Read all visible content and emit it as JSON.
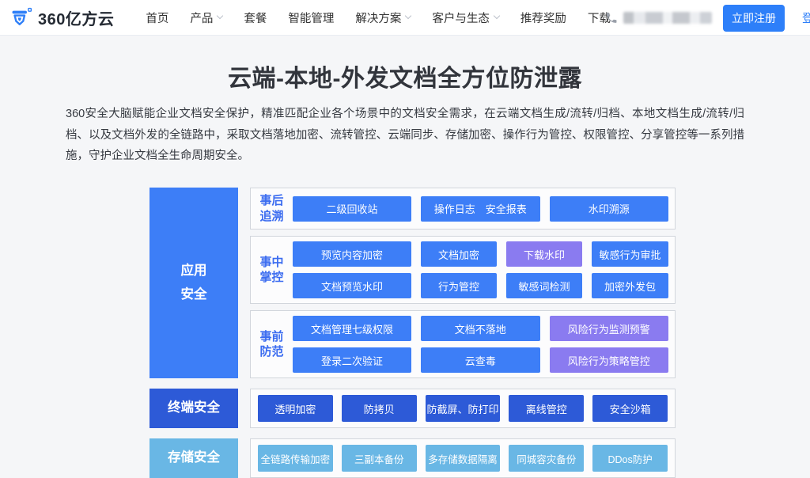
{
  "navbar": {
    "logo_text": "360亿方云",
    "items": [
      {
        "label": "首页",
        "has_dropdown": false
      },
      {
        "label": "产品",
        "has_dropdown": true
      },
      {
        "label": "套餐",
        "has_dropdown": false
      },
      {
        "label": "智能管理",
        "has_dropdown": false
      },
      {
        "label": "解决方案",
        "has_dropdown": true
      },
      {
        "label": "客户与生态",
        "has_dropdown": true
      },
      {
        "label": "推荐奖励",
        "has_dropdown": false
      },
      {
        "label": "下载",
        "has_dropdown": false
      }
    ],
    "register_button": "立即注册",
    "login_link": "登录"
  },
  "hero": {
    "title": "云端-本地-外发文档全方位防泄露",
    "description": "360安全大脑赋能企业文档安全保护，精准匹配企业各个场景中的文档安全需求，在云端文档生成/流转/归档、本地文档生成/流转/归档、以及文档外发的全链路中，采取文档落地加密、流转管控、云端同步、存储加密、操作行为管控、权限管控、分享管控等一系列措施，守护企业文档全生命周期安全。"
  },
  "diagram": {
    "categories": {
      "app": "应用\n安全",
      "terminal": "终端安全",
      "storage": "存储安全"
    },
    "app_sections": [
      {
        "label": "事后\n追溯",
        "rows": [
          [
            {
              "label": "二级回收站",
              "variant": "blue"
            },
            {
              "label": "操作日志　安全报表",
              "variant": "blue"
            },
            {
              "label": "水印溯源",
              "variant": "blue"
            }
          ]
        ]
      },
      {
        "label": "事中\n掌控",
        "rows": [
          [
            {
              "label": "预览内容加密",
              "variant": "blue"
            },
            {
              "label": "文档加密",
              "variant": "blue"
            },
            {
              "label": "下载水印",
              "variant": "purple"
            },
            {
              "label": "敏感行为审批",
              "variant": "blue"
            }
          ],
          [
            {
              "label": "文档预览水印",
              "variant": "blue"
            },
            {
              "label": "行为管控",
              "variant": "blue"
            },
            {
              "label": "敏感词检测",
              "variant": "blue"
            },
            {
              "label": "加密外发包",
              "variant": "blue"
            }
          ]
        ]
      },
      {
        "label": "事前\n防范",
        "rows": [
          [
            {
              "label": "文档管理七级权限",
              "variant": "blue"
            },
            {
              "label": "文档不落地",
              "variant": "blue"
            },
            {
              "label": "风险行为监测预警",
              "variant": "purple"
            }
          ],
          [
            {
              "label": "登录二次验证",
              "variant": "blue"
            },
            {
              "label": "云查毒",
              "variant": "blue"
            },
            {
              "label": "风险行为策略管控",
              "variant": "purple"
            }
          ]
        ]
      }
    ],
    "terminal_buttons": [
      "透明加密",
      "防拷贝",
      "防截屏、防打印",
      "离线管控",
      "安全沙箱"
    ],
    "storage_buttons": [
      "全链路传输加密",
      "三副本备份",
      "多存储数据隔离",
      "同城容灾备份",
      "DDos防护"
    ],
    "colors": {
      "feature_blue": "#3d7ef7",
      "feature_purple": "#8a7bf0",
      "terminal_navy": "#2d5ad7",
      "storage_sky": "#69b7e5",
      "section_label_blue": "#3b6cf0",
      "accent": "#2d7ff9"
    }
  }
}
